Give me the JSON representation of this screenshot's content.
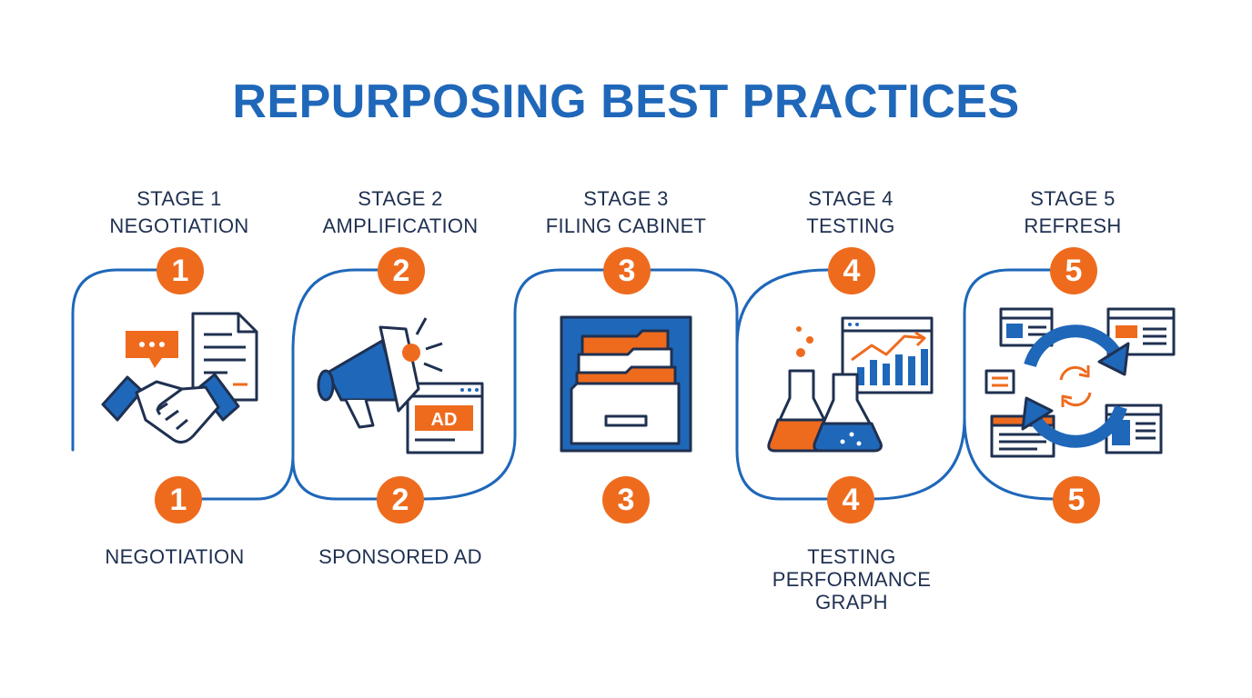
{
  "title": "REPURPOSING BEST PRACTICES",
  "colors": {
    "blue": "#1f67b9",
    "orange": "#ee6b1e",
    "navy": "#1f3050"
  },
  "stages": [
    {
      "label": "STAGE 1",
      "name": "NEGOTIATION",
      "number": "1",
      "icon": "handshake-document-icon",
      "caption": [
        "NEGOTIATION"
      ]
    },
    {
      "label": "STAGE 2",
      "name": "AMPLIFICATION",
      "number": "2",
      "icon": "megaphone-ad-icon",
      "ad_text": "AD",
      "caption": [
        "SPONSORED AD"
      ]
    },
    {
      "label": "STAGE 3",
      "name": "FILING CABINET",
      "number": "3",
      "icon": "filing-cabinet-icon",
      "caption": []
    },
    {
      "label": "STAGE 4",
      "name": "TESTING",
      "number": "4",
      "icon": "lab-flask-chart-icon",
      "caption": [
        "TESTING",
        "PERFORMANCE",
        "GRAPH"
      ]
    },
    {
      "label": "STAGE 5",
      "name": "REFRESH",
      "number": "5",
      "icon": "refresh-cycle-icon",
      "caption": []
    }
  ]
}
